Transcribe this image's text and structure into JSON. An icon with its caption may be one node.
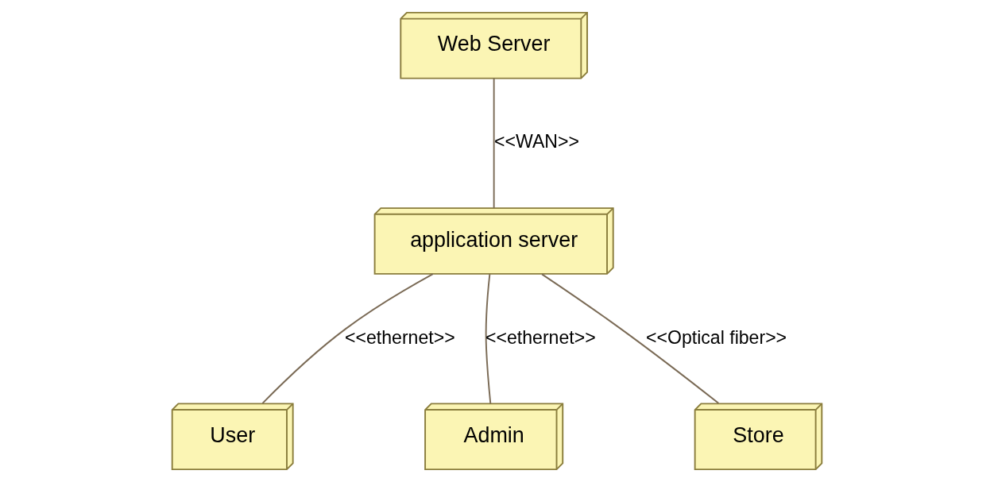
{
  "diagram": {
    "nodes": [
      {
        "text": [
          "Web Server"
        ]
      },
      {
        "text": [
          "application server"
        ]
      },
      {
        "text": [
          "User"
        ]
      },
      {
        "text": [
          "Admin"
        ]
      },
      {
        "text": [
          "Store"
        ]
      }
    ],
    "edges": [
      {
        "from": 0,
        "to": 1,
        "arrow": "none",
        "label": "<<WAN>>"
      },
      {
        "from": 1,
        "to": 4,
        "arrow": "none",
        "label": "<<Optical fiber>>"
      },
      {
        "from": 1,
        "to": 2,
        "arrow": "none",
        "label": "<<ethernet>>"
      },
      {
        "from": 1,
        "to": 3,
        "arrow": "none",
        "label": "<<ethernet>>"
      }
    ]
  }
}
